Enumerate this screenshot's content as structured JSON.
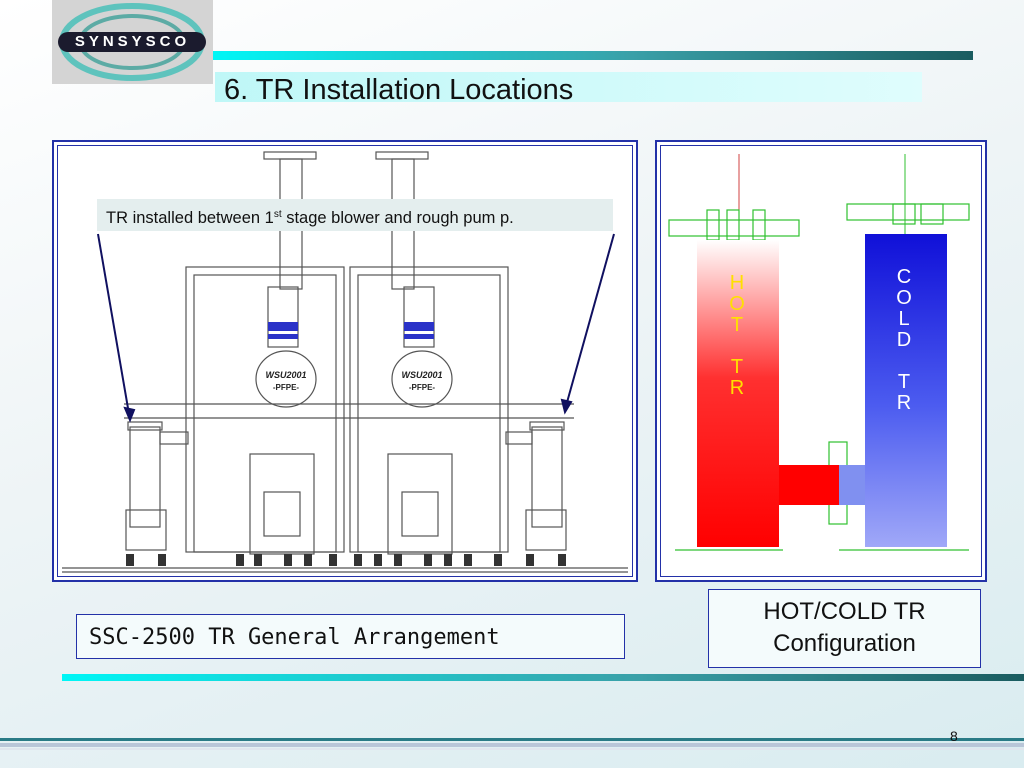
{
  "logo": {
    "text": "SYNSYSCO"
  },
  "slide": {
    "title": "6. TR Installation Locations",
    "page_number": "8"
  },
  "left_figure": {
    "callout_before_sup": "TR installed between 1",
    "callout_sup": "st",
    "callout_after_sup": " stage blower and rough pum p.",
    "pump_label_1": "WSU2001",
    "pump_sub_1": "-PFPE-",
    "pump_label_2": "WSU2001",
    "pump_sub_2": "-PFPE-",
    "caption": "SSC-2500 TR General Arrangement"
  },
  "right_figure": {
    "hot_letters": [
      "H",
      "O",
      "T",
      "",
      "T",
      "R"
    ],
    "cold_letters": [
      "C",
      "O",
      "L",
      "D",
      "",
      "T",
      "R"
    ],
    "caption_line1": "HOT/COLD TR",
    "caption_line2": "Configuration",
    "colors": {
      "hot": "#ff0000",
      "cold": "#2020e8",
      "label_hot": "#ffe000",
      "label_cold": "#ffffff"
    }
  }
}
